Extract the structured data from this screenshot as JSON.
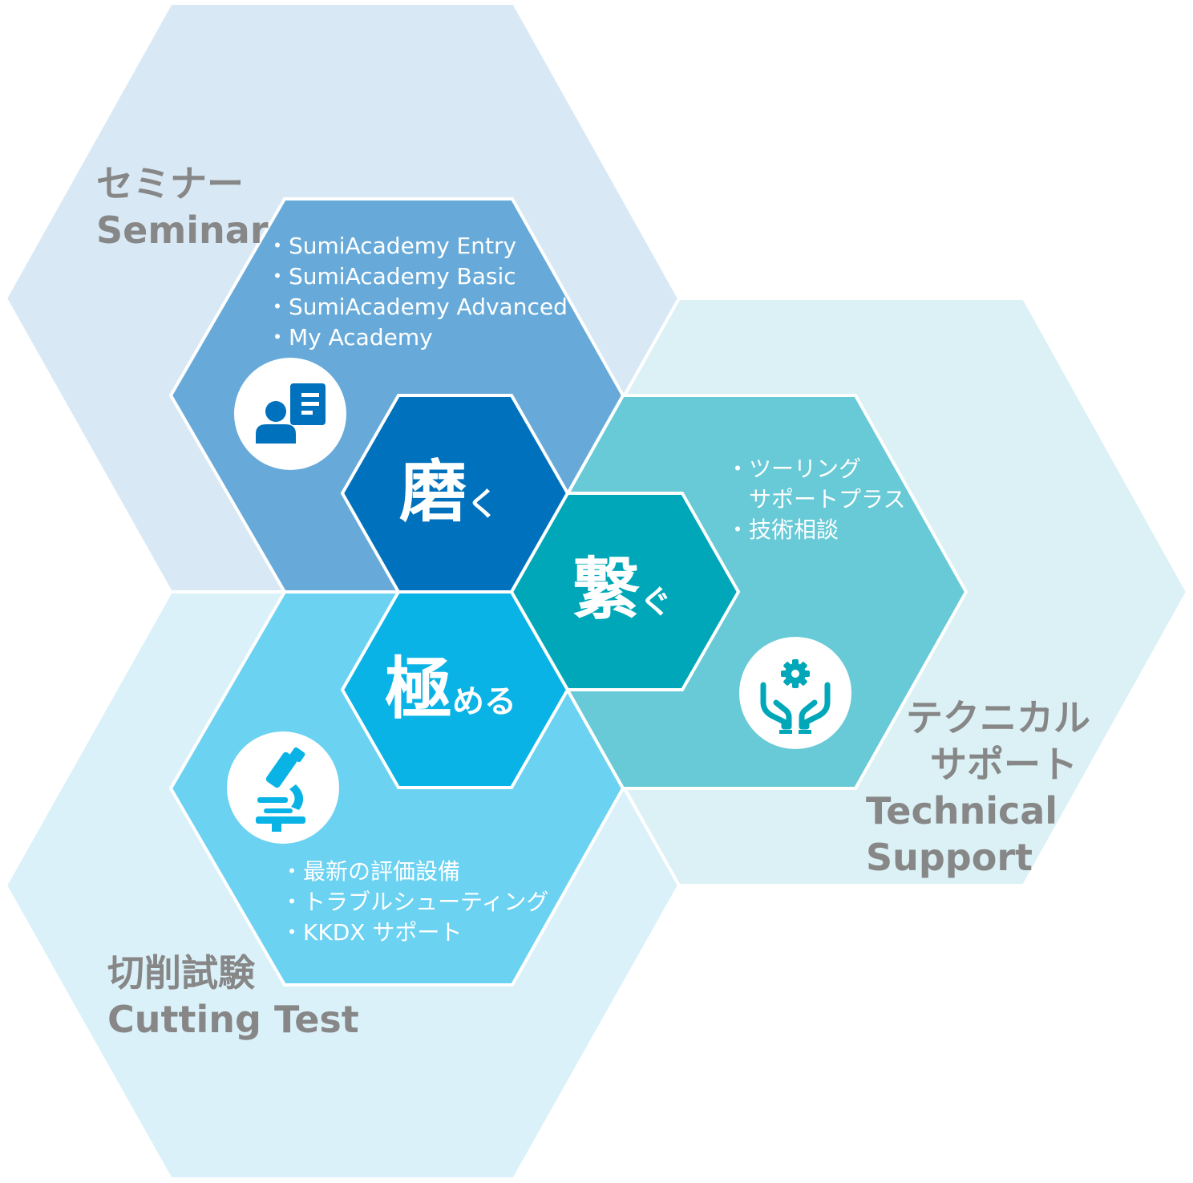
{
  "colors": {
    "outer_seminar": "#d8e9f5",
    "outer_technical": "#dbf1f5",
    "outer_cutting": "#dbf1f9",
    "mid_seminar": "#67aad9",
    "mid_technical": "#67cad6",
    "mid_cutting": "#6bd2f2",
    "core_migaku": "#0071bc",
    "core_tsunagu": "#00a7b8",
    "core_kiwameru": "#0ab3e6",
    "title_text": "#878787"
  },
  "seminar": {
    "title_ja": "セミナー",
    "title_en": "Seminar",
    "items": [
      "・SumiAcademy Entry",
      "・SumiAcademy Basic",
      "・SumiAcademy Advanced",
      "・My Academy"
    ],
    "icon": "presenter-icon"
  },
  "technical": {
    "title_ja_1": "テクニカル",
    "title_ja_2": "サポート",
    "title_en_1": "Technical",
    "title_en_2": "Support",
    "items": [
      "・ツーリング",
      "　サポートプラス",
      "・技術相談"
    ],
    "icon": "hands-gear-icon"
  },
  "cutting": {
    "title_ja": "切削試験",
    "title_en": "Cutting Test",
    "items": [
      "・最新の評価設備",
      "・トラブルシューティング",
      "・KKDX サポート"
    ],
    "icon": "microscope-icon"
  },
  "keywords": {
    "migaku_kanji": "磨",
    "migaku_kana": "く",
    "tsunagu_kanji": "繋",
    "tsunagu_kana": "ぐ",
    "kiwameru_kanji": "極",
    "kiwameru_kana": "める"
  }
}
